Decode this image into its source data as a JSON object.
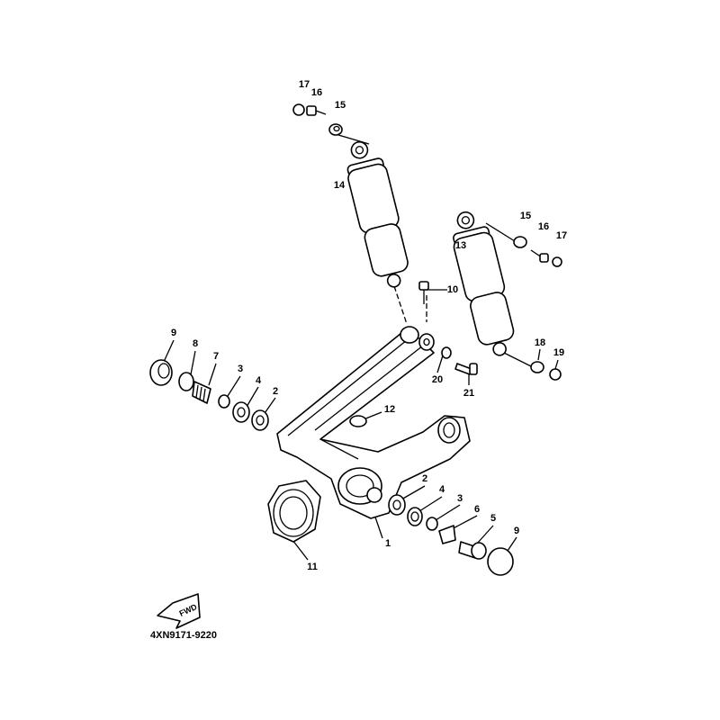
{
  "diagram": {
    "part_code": "4XN9171-9220",
    "fwd_label": "FWD",
    "callouts": [
      {
        "id": "17a",
        "text": "17"
      },
      {
        "id": "16a",
        "text": "16"
      },
      {
        "id": "15a",
        "text": "15"
      },
      {
        "id": "14",
        "text": "14"
      },
      {
        "id": "13",
        "text": "13"
      },
      {
        "id": "15b",
        "text": "15"
      },
      {
        "id": "16b",
        "text": "16"
      },
      {
        "id": "17b",
        "text": "17"
      },
      {
        "id": "10",
        "text": "10"
      },
      {
        "id": "9a",
        "text": "9"
      },
      {
        "id": "8",
        "text": "8"
      },
      {
        "id": "7",
        "text": "7"
      },
      {
        "id": "3a",
        "text": "3"
      },
      {
        "id": "4a",
        "text": "4"
      },
      {
        "id": "2a",
        "text": "2"
      },
      {
        "id": "12",
        "text": "12"
      },
      {
        "id": "18",
        "text": "18"
      },
      {
        "id": "19",
        "text": "19"
      },
      {
        "id": "20",
        "text": "20"
      },
      {
        "id": "21",
        "text": "21"
      },
      {
        "id": "2b",
        "text": "2"
      },
      {
        "id": "4b",
        "text": "4"
      },
      {
        "id": "3b",
        "text": "3"
      },
      {
        "id": "6",
        "text": "6"
      },
      {
        "id": "5",
        "text": "5"
      },
      {
        "id": "9b",
        "text": "9"
      },
      {
        "id": "1",
        "text": "1"
      },
      {
        "id": "11",
        "text": "11"
      }
    ]
  }
}
